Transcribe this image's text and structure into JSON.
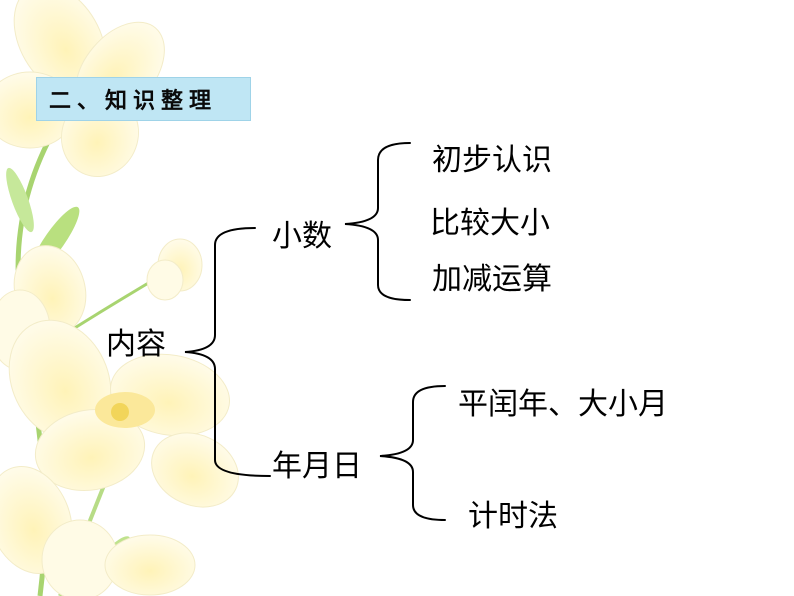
{
  "slide": {
    "title": "二、知识整理"
  },
  "tree": {
    "root": "内容",
    "branches": [
      {
        "label": "小数",
        "children": [
          "初步认识",
          "比较大小",
          "加减运算"
        ]
      },
      {
        "label": "年月日",
        "children": [
          "平闰年、大小月",
          "计时法"
        ]
      }
    ]
  },
  "colors": {
    "title_bg": "#bfe6f4",
    "line": "#000000",
    "petal": "#fff8d6",
    "stem": "#9ccc65"
  }
}
